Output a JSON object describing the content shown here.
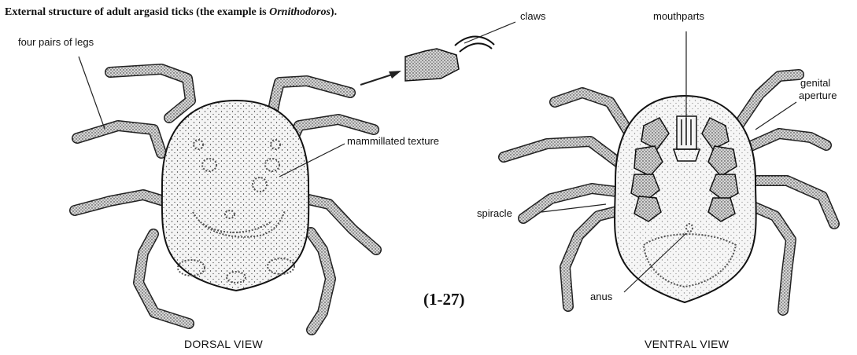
{
  "caption": {
    "prefix": "External structure of adult argasid ticks (the example is ",
    "genus": "Ornithodoros",
    "suffix": ")."
  },
  "labels": {
    "legs": "four pairs of legs",
    "claws": "claws",
    "mammillated": "mammillated texture",
    "mouthparts": "mouthparts",
    "genital_line1": "genital",
    "genital_line2": "aperture",
    "spiracle": "spiracle",
    "anus": "anus"
  },
  "figure_number": "(1-27)",
  "views": {
    "dorsal": "DORSAL VIEW",
    "ventral": "VENTRAL VIEW"
  }
}
